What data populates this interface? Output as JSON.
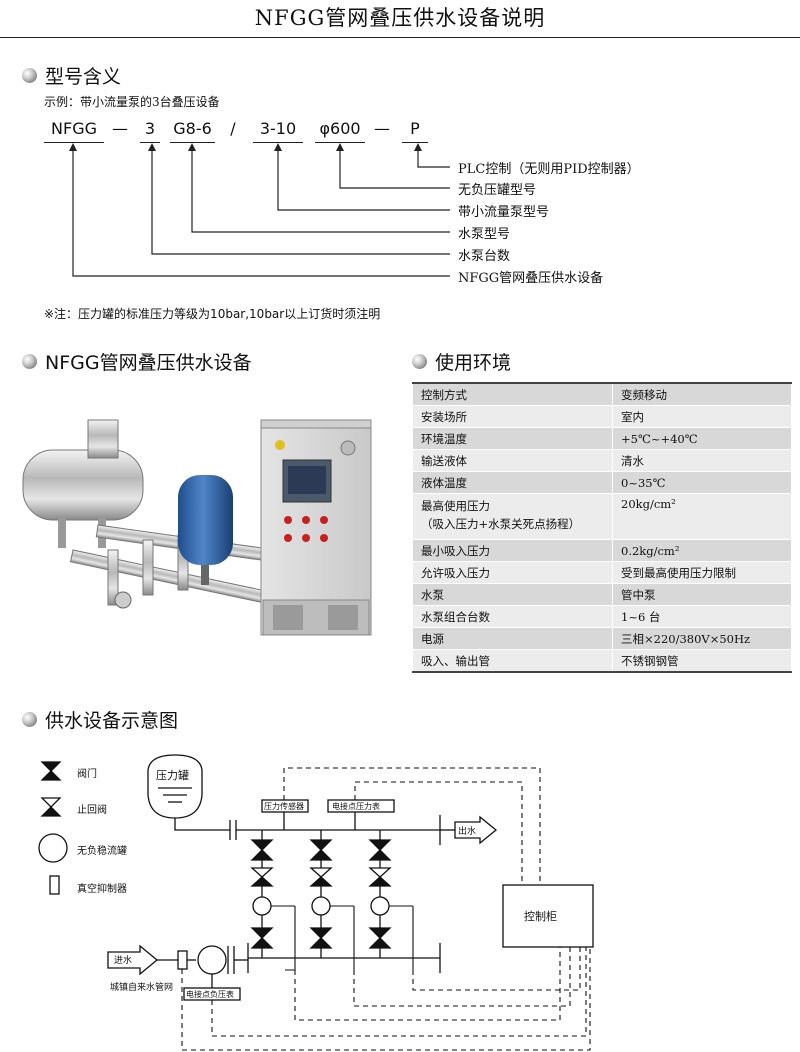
{
  "title": "NFGG管网叠压供水设备说明",
  "model": {
    "heading": "型号含义",
    "example": "示例：带小流量泵的3台叠压设备",
    "codes": [
      "NFGG",
      "3",
      "G8-6",
      "3-10",
      "φ600",
      "P"
    ],
    "separators": [
      "—",
      "/",
      "—"
    ],
    "labels": [
      "PLC控制（无则用PID控制器）",
      "无负压罐型号",
      "带小流量泵型号",
      "水泵型号",
      "水泵台数",
      "NFGG管网叠压供水设备"
    ],
    "note": "※注：压力罐的标准压力等级为10bar,10bar以上订货时须注明"
  },
  "product": {
    "heading": "NFGG管网叠压供水设备"
  },
  "environment": {
    "heading": "使用环境",
    "rows": [
      [
        "控制方式",
        "变频移动"
      ],
      [
        "安装场所",
        "室内"
      ],
      [
        "环境温度",
        "+5℃~+40℃"
      ],
      [
        "输送液体",
        "清水"
      ],
      [
        "液体温度",
        "0~35℃"
      ],
      [
        "最高使用压力\n（吸入压力+水泵关死点扬程）",
        "20kg/cm²"
      ],
      [
        "最小吸入压力",
        "0.2kg/cm²"
      ],
      [
        "允许吸入压力",
        "受到最高使用压力限制"
      ],
      [
        "水泵",
        "管中泵"
      ],
      [
        "水泵组合台数",
        "1~6 台"
      ],
      [
        "电源",
        "三相×220/380V×50Hz"
      ],
      [
        "吸入、输出管",
        "不锈钢钢管"
      ]
    ]
  },
  "diagram": {
    "heading": "供水设备示意图",
    "legend": [
      "阀门",
      "止回阀",
      "无负稳流罐",
      "真空抑制器"
    ],
    "pressure_tank": "压力罐",
    "pressure_sensor": "压力传感器",
    "contact_gauge_out": "电接点压力表",
    "outlet": "出水",
    "control_cabinet": "控制柜",
    "inlet": "进水",
    "city_main": "城镇自来水管网",
    "contact_gauge_in": "电接点负压表"
  }
}
